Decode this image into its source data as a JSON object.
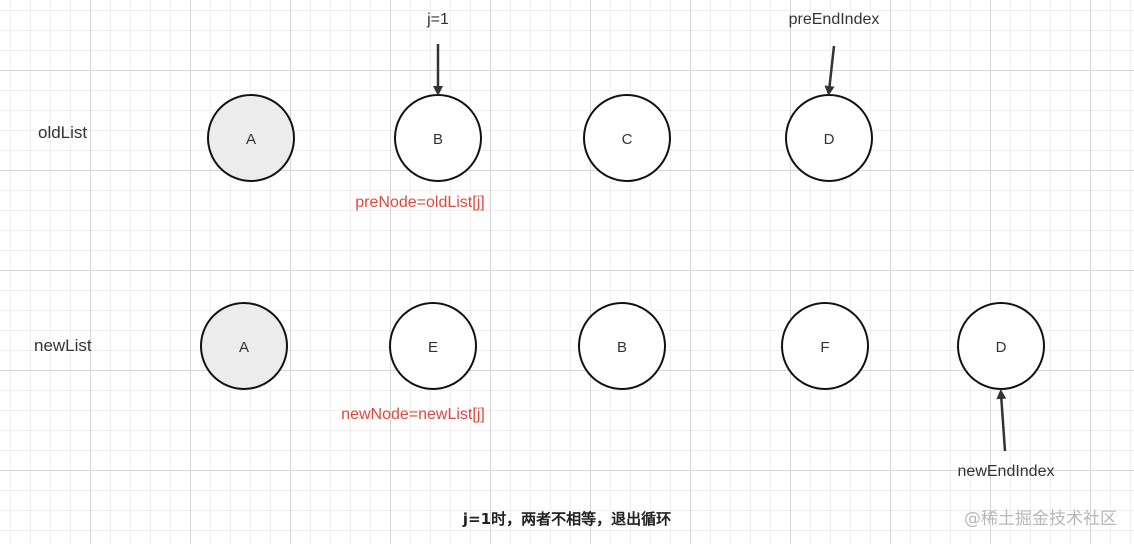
{
  "rows": {
    "old": {
      "label": "oldList",
      "nodes": [
        {
          "label": "A",
          "highlighted": true
        },
        {
          "label": "B",
          "highlighted": false
        },
        {
          "label": "C",
          "highlighted": false
        },
        {
          "label": "D",
          "highlighted": false
        }
      ]
    },
    "new": {
      "label": "newList",
      "nodes": [
        {
          "label": "A",
          "highlighted": true
        },
        {
          "label": "E",
          "highlighted": false
        },
        {
          "label": "B",
          "highlighted": false
        },
        {
          "label": "F",
          "highlighted": false
        },
        {
          "label": "D",
          "highlighted": false
        }
      ]
    }
  },
  "pointers": {
    "j": "j=1",
    "pre_end_index": "preEndIndex",
    "new_end_index": "newEndIndex"
  },
  "annotations": {
    "pre_node": "preNode=oldList[j]",
    "new_node": "newNode=newList[j]"
  },
  "caption": "j=1时，两者不相等，退出循环",
  "watermark": "@稀土掘金技术社区",
  "colors": {
    "node_fill": "#ffffff",
    "node_highlight_fill": "#ececec",
    "node_stroke": "#111111",
    "arrow": "#333333",
    "annotation": "#e0483e"
  }
}
